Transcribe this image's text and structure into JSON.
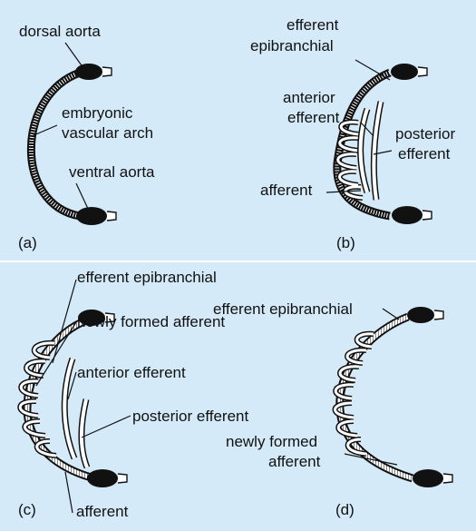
{
  "panels": {
    "a": {
      "tag": "(a)",
      "dorsal_aorta": "dorsal aorta",
      "embryonic_arch_line1": "embryonic",
      "embryonic_arch_line2": "vascular arch",
      "ventral_aorta": "ventral aorta"
    },
    "b": {
      "tag": "(b)",
      "efferent_epibranchial_line1": "efferent",
      "efferent_epibranchial_line2": "epibranchial",
      "anterior_efferent_line1": "anterior",
      "anterior_efferent_line2": "efferent",
      "posterior_efferent_line1": "posterior",
      "posterior_efferent_line2": "efferent",
      "afferent": "afferent"
    },
    "c": {
      "tag": "(c)",
      "efferent_epibranchial": "efferent epibranchial",
      "newly_formed_afferent": "newly formed afferent",
      "anterior_efferent": "anterior efferent",
      "posterior_efferent": "posterior efferent",
      "afferent": "afferent"
    },
    "d": {
      "tag": "(d)",
      "efferent_epibranchial": "efferent epibranchial",
      "newly_formed_afferent_line1": "newly formed",
      "newly_formed_afferent_line2": "afferent"
    }
  },
  "colors": {
    "background": "#d5eaf8",
    "ink": "#111111",
    "vessel_fill": "#ffffff"
  }
}
